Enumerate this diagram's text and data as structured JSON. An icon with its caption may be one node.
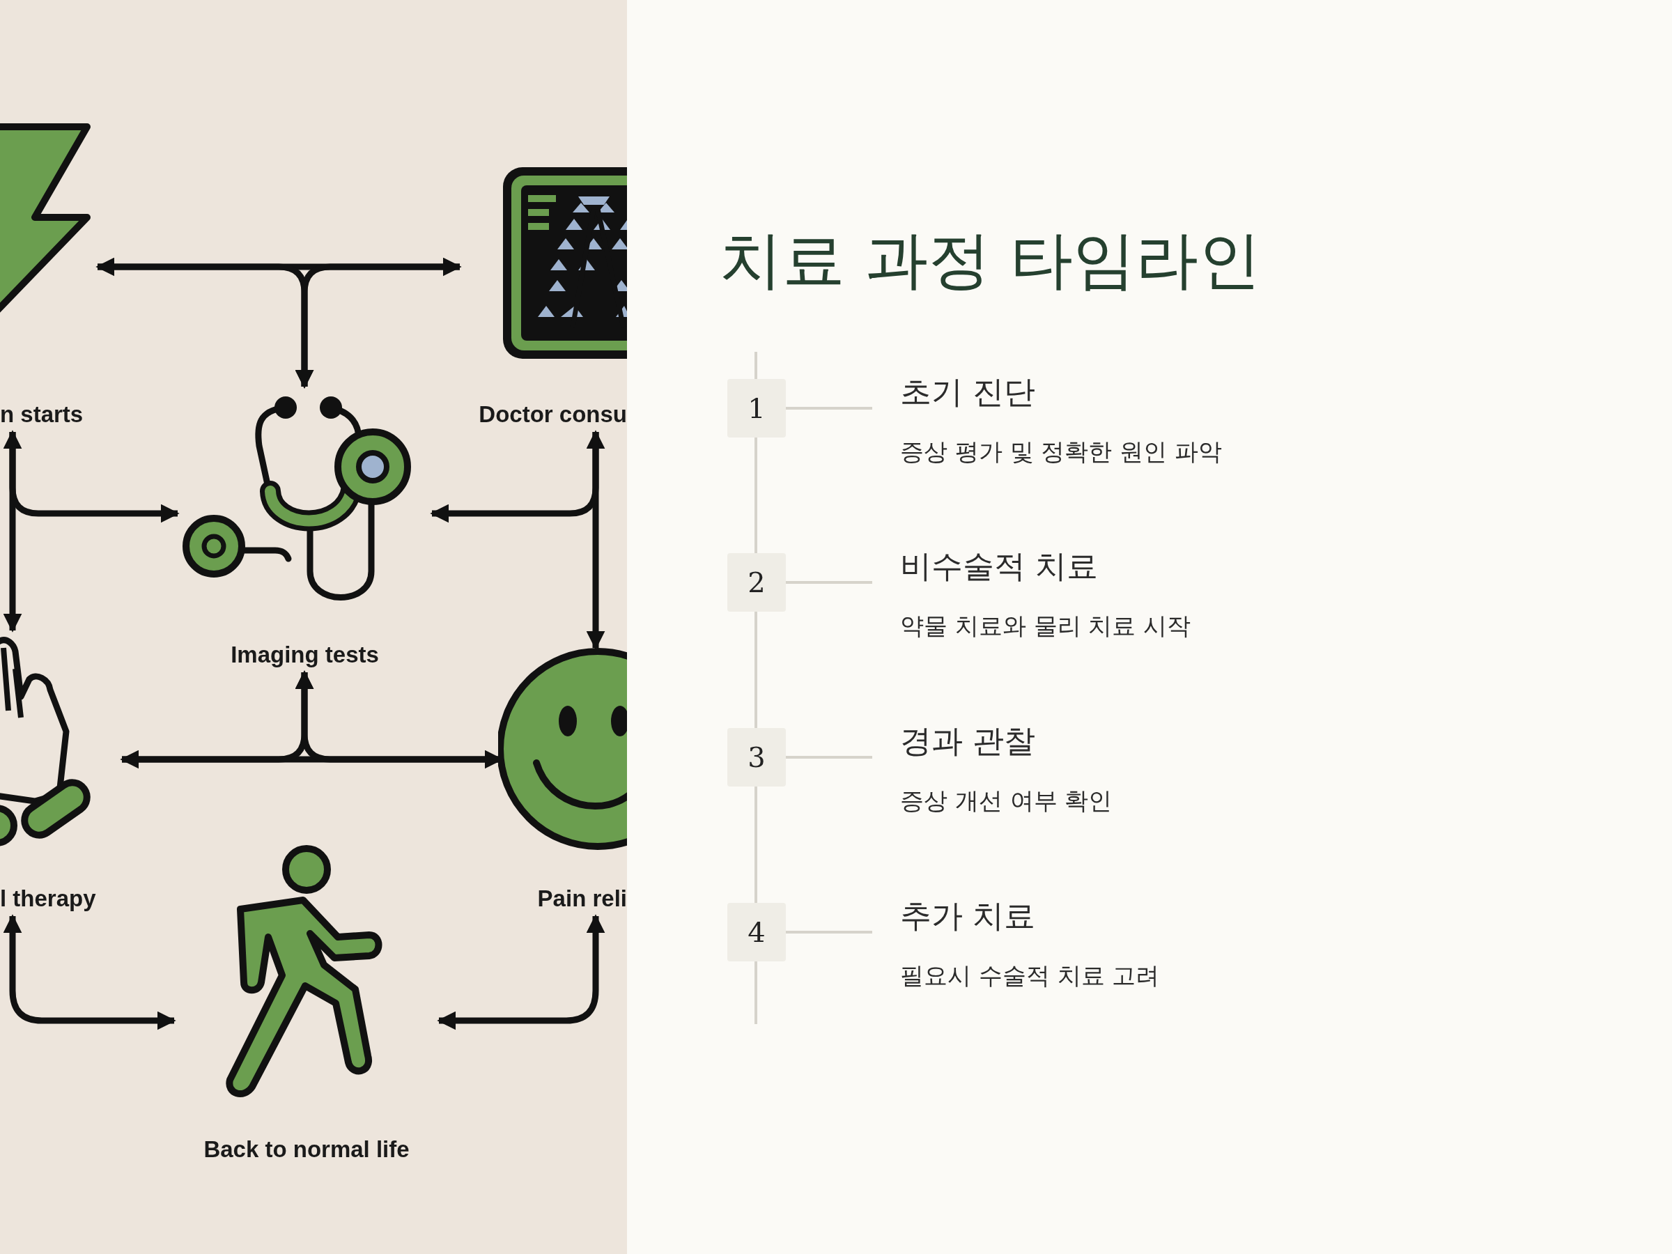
{
  "diagram": {
    "title": "치료 과정 타임라인",
    "nodes": [
      {
        "text": [
          "n starts"
        ]
      },
      {
        "text": [
          "Doctor consu"
        ]
      },
      {
        "text": [
          "Imaging tests"
        ]
      },
      {
        "text": [
          "l therapy"
        ]
      },
      {
        "text": [
          "Pain reli"
        ]
      },
      {
        "text": [
          "Back to normal life"
        ]
      },
      {
        "text": [
          "1"
        ]
      },
      {
        "text": [
          "초기 진단",
          "증상 평가 및 정확한 원인 파악"
        ]
      },
      {
        "text": [
          "2"
        ]
      },
      {
        "text": [
          "비수술적 치료",
          "약물 치료와 물리 치료 시작"
        ]
      },
      {
        "text": [
          "3"
        ]
      },
      {
        "text": [
          "경과 관찰",
          "증상 개선 여부 확인"
        ]
      },
      {
        "text": [
          "4"
        ]
      },
      {
        "text": [
          "추가 치료",
          "필요시 수술적 치료 고려"
        ]
      }
    ],
    "edges": [
      {
        "from": 0,
        "to": 1,
        "arrow": "both"
      },
      {
        "from": 0,
        "to": 2,
        "arrow": "to"
      },
      {
        "from": 1,
        "to": 2,
        "arrow": "to"
      },
      {
        "from": 0,
        "to": 3,
        "arrow": "both"
      },
      {
        "from": 0,
        "to": 2,
        "arrow": "to"
      },
      {
        "from": 1,
        "to": 4,
        "arrow": "both"
      },
      {
        "from": 1,
        "to": 2,
        "arrow": "to"
      },
      {
        "from": 3,
        "to": 4,
        "arrow": "both"
      },
      {
        "from": 3,
        "to": 2,
        "arrow": "to"
      },
      {
        "from": 4,
        "to": 2,
        "arrow": "to"
      },
      {
        "from": 3,
        "to": 5,
        "arrow": "both"
      },
      {
        "from": 4,
        "to": 5,
        "arrow": "both"
      },
      {
        "from": 6,
        "to": 7,
        "arrow": "none",
        "color": "#d6d3cb"
      },
      {
        "from": 8,
        "to": 9,
        "arrow": "none",
        "color": "#d6d3cb"
      },
      {
        "from": 10,
        "to": 11,
        "arrow": "none",
        "color": "#d6d3cb"
      },
      {
        "from": 12,
        "to": 13,
        "arrow": "none",
        "color": "#d6d3cb"
      }
    ]
  }
}
